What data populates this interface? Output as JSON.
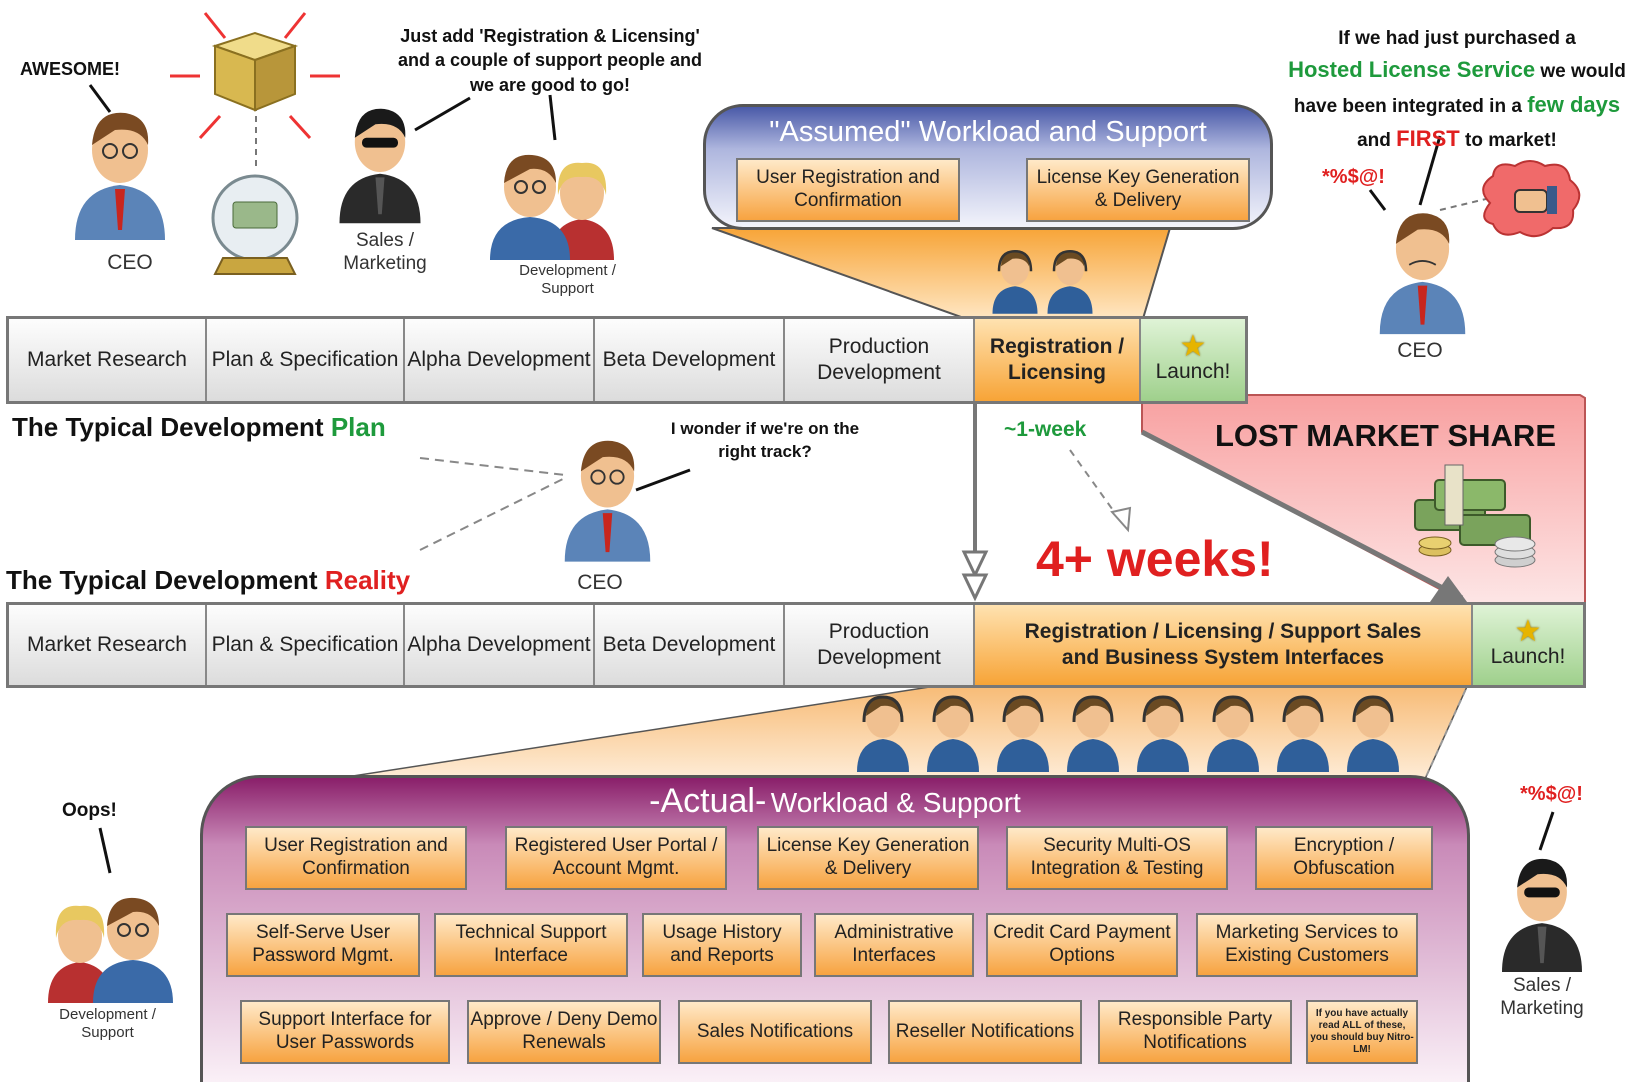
{
  "top_left": {
    "awesome": "AWESOME!",
    "ceo_label": "CEO",
    "sales_bubble": "Just add 'Registration & Licensing' and a couple of support people and we are good to go!",
    "sales_label": "Sales / Marketing",
    "dev_label": "Development / Support"
  },
  "top_right": {
    "bubble_l1": "If we had just purchased a",
    "bubble_hl1": "Hosted License Service",
    "bubble_l2_tail": "we would",
    "bubble_l3": "have been integrated in a",
    "bubble_hl2": "few days",
    "bubble_l4_pre": "and",
    "bubble_hl3": "FIRST",
    "bubble_l4_post": "to market!",
    "curse": "*%$@!",
    "ceo_label": "CEO"
  },
  "assumed": {
    "title": "\"Assumed\" Workload and Support",
    "box1": "User Registration and Confirmation",
    "box2": "License Key Generation & Delivery"
  },
  "plan": {
    "title_black": "The Typical Development",
    "title_color": "Plan",
    "stages": [
      "Market Research",
      "Plan & Specification",
      "Alpha Development",
      "Beta Development",
      "Production Development",
      "Registration / Licensing",
      "Launch!"
    ]
  },
  "middle": {
    "ceo_bubble": "I wonder if we're on the right track?",
    "ceo_label": "CEO",
    "one_week": "~1-week",
    "four_weeks": "4+ weeks!",
    "lost": "LOST MARKET SHARE"
  },
  "reality": {
    "title_black": "The Typical Development",
    "title_color": "Reality",
    "stages": [
      "Market Research",
      "Plan & Specification",
      "Alpha Development",
      "Beta Development",
      "Production Development",
      "Registration / Licensing / Support Sales and Business System Interfaces",
      "Launch!"
    ]
  },
  "actual": {
    "title_big": "-Actual-",
    "title_rest": "Workload & Support",
    "row1": [
      "User Registration and Confirmation",
      "Registered User Portal / Account Mgmt.",
      "License Key Generation & Delivery",
      "Security Multi-OS Integration & Testing",
      "Encryption / Obfuscation"
    ],
    "row2": [
      "Self-Serve User Password Mgmt.",
      "Technical Support Interface",
      "Usage History and Reports",
      "Administrative Interfaces",
      "Credit Card Payment Options",
      "Marketing Services to Existing Customers"
    ],
    "row3": [
      "Support Interface for User Passwords",
      "Approve / Deny Demo Renewals",
      "Sales Notifications",
      "Reseller Notifications",
      "Responsible Party Notifications"
    ],
    "tiny": "If you have actually read ALL of these, you should buy Nitro-LM!"
  },
  "bottom": {
    "oops": "Oops!",
    "dev_label": "Development / Support",
    "curse": "*%$@!",
    "sales_label": "Sales / Marketing"
  },
  "colors": {
    "green": "#1e9a3c",
    "red": "#e02020",
    "orange": "#f7a437",
    "purple": "#8a1f6a",
    "assumed_blue": "#5060a8",
    "lost_pink": "#f6b7b7"
  }
}
